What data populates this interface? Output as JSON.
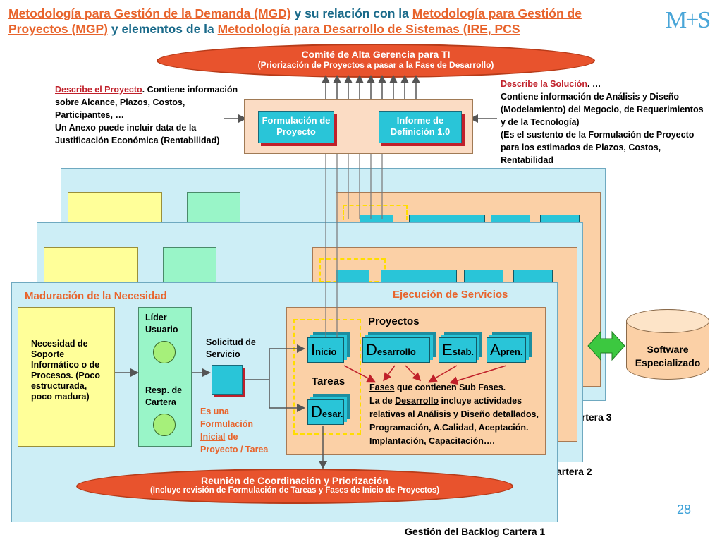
{
  "title": {
    "part1": "Metodología para Gestión de la Demanda (MGD)",
    "part2": " y su relación con la ",
    "part3": "Metodología para Gestión de Proyectos (MGP)",
    "part4": "  y elementos de la ",
    "part5": "Metodología para Desarrollo de Sistemas (IRE, PCS"
  },
  "logo": "M+S",
  "comite": {
    "line1": "Comité de Alta Gerencia para TI",
    "line2": "(Priorización de Proyectos a pasar a la Fase de Desarrollo)"
  },
  "left_note": {
    "link": "Describe el Proyecto",
    "rest1": ". Contiene información",
    "line2": "sobre Alcance, Plazos,  Costos,",
    "line3": "Participantes, …",
    "line4": "Un Anexo puede incluir data de la",
    "line5": "Justificación Económica (Rentabilidad)"
  },
  "right_note": {
    "link": "Describe la Solución",
    "rest1": ". …",
    "line2": "Contiene información de Análisis y Diseño",
    "line3": "(Modelamiento) del Megocio, de Requerimientos",
    "line4": "y de la Tecnología)",
    "line5": "(Es el sustento de la Formulación de Proyecto",
    "line6": "para los estimados de Plazos,  Costos,",
    "line7": "Rentabilidad"
  },
  "docs": {
    "formulacion": "Formulación de Proyecto",
    "informe": "Informe de Definición 1.0"
  },
  "maduracion": "Maduración de la Necesidad",
  "ejecucion": "Ejecución de Servicios",
  "necesidad": "Necesidad de Soporte Informático o de Procesos. (Poco estructurada, poco madura)",
  "lider": "Líder Usuario",
  "resp": "Resp. de Cartera",
  "solicitud": "Solicitud de Servicio",
  "formulacion_inicial": {
    "l1": "Es una",
    "l2": "Formulación",
    "l3": "Inicial",
    "l4": " de",
    "l5": "Proyecto / Tarea"
  },
  "proyectos": "Proyectos",
  "tareas": "Tareas",
  "phases": {
    "inicio_big": "I",
    "inicio_small": "nicio",
    "desarrollo_big": "D",
    "desarrollo_small": "esarrollo",
    "estab_big": "E",
    "estab_small": "stab.",
    "apren_big": "A",
    "apren_small": "pren.",
    "desar_big": "D",
    "desar_small": "esar."
  },
  "fases_note": {
    "l1a": "Fases",
    "l1b": " que contienen Sub Fases.",
    "l2a": "La de ",
    "l2b": "Desarrollo",
    "l2c": " incluye actividades",
    "l3": "relativas al Análisis y Diseño detallados,",
    "l4": "Programación, A.Calidad, Aceptación.",
    "l5": "Implantación, Capacitación…."
  },
  "software": "Software Especializado",
  "cartera3": "artera 3",
  "cartera2": "artera 2",
  "cartera1": "Gestión del Backlog Cartera 1",
  "reunion": {
    "line1": "Reunión de Coordinación y Priorización",
    "line2": "(Incluye revisión de Formulación de Tareas y Fases de Inicio de Proyectos)"
  },
  "page_number": "28"
}
